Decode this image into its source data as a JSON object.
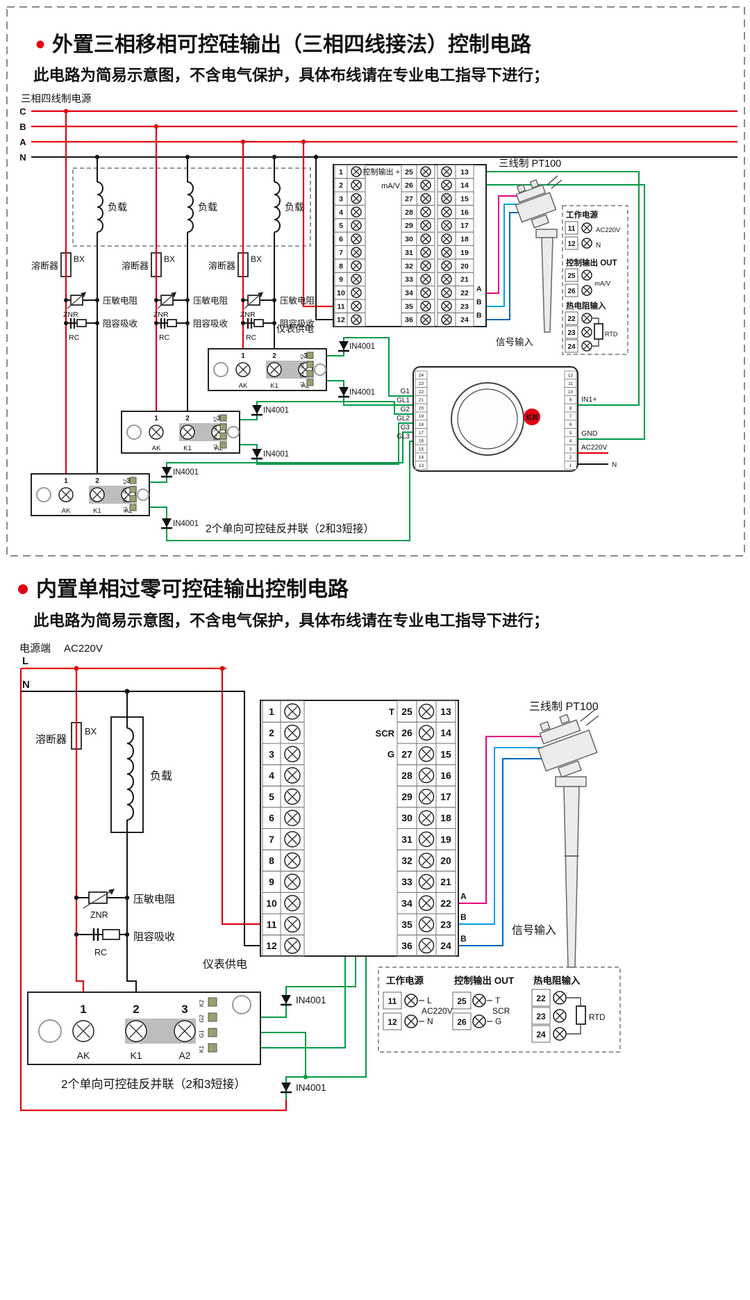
{
  "colors": {
    "accent_red": "#e50012",
    "wire_green": "#009b48",
    "wire_pink": "#e6007e",
    "wire_cyan": "#00a0e9",
    "wire_blue": "#0068b7"
  },
  "terminals": {
    "left": [
      "1",
      "2",
      "3",
      "4",
      "5",
      "6",
      "7",
      "8",
      "9",
      "10",
      "11",
      "12"
    ],
    "mid": [
      "25",
      "26",
      "27",
      "28",
      "29",
      "30",
      "31",
      "32",
      "33",
      "34",
      "35",
      "36"
    ],
    "right": [
      "13",
      "14",
      "15",
      "16",
      "17",
      "18",
      "19",
      "20",
      "21",
      "22",
      "23",
      "24"
    ]
  },
  "module": {
    "terminals": [
      "1",
      "2",
      "3"
    ],
    "labels": [
      "AK",
      "K1",
      "A2"
    ],
    "strip": [
      "K2",
      "G2",
      "G1",
      "K1"
    ]
  },
  "s1": {
    "title": "外置三相移相可控硅输出（三相四线接法）控制电路",
    "subtitle": "此电路为简易示意图，不含电气保护，具体布线请在专业电工指导下进行；",
    "power_label": "三相四线制电源",
    "phases": [
      "C",
      "B",
      "A",
      "N"
    ],
    "load": "负载",
    "fuse": "溶断器",
    "fuse_type": "BX",
    "znr_label": "压敏电阻",
    "znr": "ZNR",
    "rc_label": "阻容吸收",
    "rc": "RC",
    "meter_supply": "仪表供电",
    "ctrl_out_plus": "控制输出 +",
    "mav": "mA/V",
    "abb": [
      "A",
      "B",
      "B"
    ],
    "pt100": "三线制 PT100",
    "signal_input": "信号输入",
    "diode": "IN4001",
    "gates": [
      "G1",
      "GL1",
      "G2",
      "GL2",
      "G3",
      "GL3"
    ],
    "panel": {
      "work_power": "工作电源",
      "n11": "11",
      "n12": "12",
      "ac220v": "AC220V",
      "n": "N",
      "ctrl_out": "控制输出 OUT",
      "n25": "25",
      "n26": "26",
      "mav": "mA/V",
      "rtd_in": "热电阻输入",
      "n22": "22",
      "n23": "23",
      "n24": "24",
      "rtd": "RTD"
    },
    "controller": {
      "left_nums": [
        "24",
        "23",
        "22",
        "21",
        "20",
        "19",
        "18",
        "17",
        "16",
        "15",
        "14",
        "13"
      ],
      "right_nums": [
        "12",
        "11",
        "10",
        "9",
        "8",
        "7",
        "6",
        "5",
        "4",
        "3",
        "2",
        "1"
      ],
      "brand": "虹润",
      "in1": "IN1+",
      "gnd": "GND",
      "ac220v": "AC220V",
      "n": "N"
    },
    "caption": "2个单向可控硅反并联（2和3短接）"
  },
  "s2": {
    "title": "内置单相过零可控硅输出控制电路",
    "subtitle": "此电路为简易示意图，不含电气保护，具体布线请在专业电工指导下进行；",
    "power_label": "电源端",
    "voltage": "AC220V",
    "l": "L",
    "n": "N",
    "load": "负载",
    "fuse": "溶断器",
    "fuse_type": "BX",
    "znr_label": "压敏电阻",
    "znr": "ZNR",
    "rc_label": "阻容吸收",
    "rc": "RC",
    "meter_supply": "仪表供电",
    "tscr": [
      "T",
      "SCR",
      "G"
    ],
    "abb": [
      "A",
      "B",
      "B"
    ],
    "pt100": "三线制 PT100",
    "signal_input": "信号输入",
    "diode": "IN4001",
    "panel": {
      "work_power": "工作电源",
      "n11": "11",
      "n12": "12",
      "l": "L",
      "ac220v": "AC220V",
      "n": "N",
      "ctrl_out": "控制输出 OUT",
      "n25": "25",
      "n26": "26",
      "t": "T",
      "scr": "SCR",
      "g": "G",
      "rtd_in": "热电阻输入",
      "n22": "22",
      "n23": "23",
      "n24": "24",
      "rtd": "RTD"
    },
    "caption": "2个单向可控硅反并联（2和3短接）"
  }
}
